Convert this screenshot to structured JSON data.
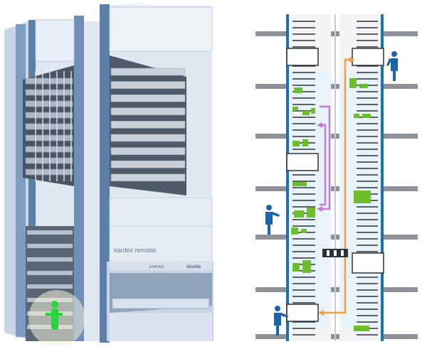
{
  "machine": {
    "brand_label": "kardex remstar",
    "model_label": "Shuttle",
    "bay_label": "KARDEX",
    "colors": {
      "frame": "#5c7fa8",
      "panel": "#dfe7f1",
      "panel_light": "#eef3f8",
      "panel_dark": "#b9c9dc",
      "interior": "#4a5563",
      "shelf": "#c8d0da",
      "highlight": "#2bd43a"
    }
  },
  "diagram": {
    "colors": {
      "shelf_bar": "#8f9296",
      "column_edge": "#1f6fb3",
      "column_fill": "#f2f4f6",
      "column_tint": "#e7f2fa",
      "tray_line": "#2d3238",
      "goods": "#6cbf2a",
      "pink_path": "#c97bd3",
      "orange_path": "#f0a23b",
      "person": "#1d63a9"
    },
    "people": [
      "person-icon",
      "person-icon",
      "person-icon"
    ]
  }
}
